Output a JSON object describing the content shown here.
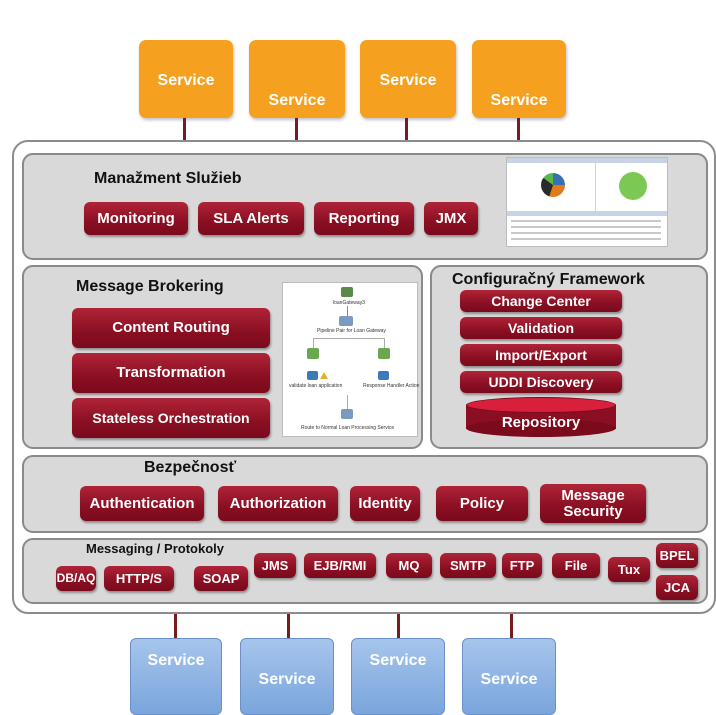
{
  "top_services": [
    "Service",
    "Service",
    "Service",
    "Service"
  ],
  "bottom_services": [
    "Service",
    "Service",
    "Service",
    "Service"
  ],
  "management": {
    "title": "Manažment Služieb",
    "buttons": [
      "Monitoring",
      "SLA Alerts",
      "Reporting",
      "JMX"
    ]
  },
  "brokering": {
    "title": "Message Brokering",
    "buttons": [
      "Content Routing",
      "Transformation",
      "Stateless Orchestration"
    ],
    "flow": {
      "gateway": "loanGateway3",
      "pipeline": "Pipeline Pair for Loan Gateway",
      "left_stage": "validate loan application",
      "right_stage": "Response Handler Action",
      "route": "Route to Normal Loan Processing Service"
    }
  },
  "configuration": {
    "title": "Configuračný Framework",
    "buttons": [
      "Change Center",
      "Validation",
      "Import/Export",
      "UDDI Discovery"
    ],
    "repository": "Repository"
  },
  "security": {
    "title": "Bezpečnosť",
    "buttons": [
      "Authentication",
      "Authorization",
      "Identity",
      "Policy"
    ],
    "message_security_line1": "Message",
    "message_security_line2": "Security"
  },
  "messaging": {
    "title": "Messaging / Protokoly",
    "buttons": [
      "DB/AQ",
      "HTTP/S",
      "SOAP",
      "JMS",
      "EJB/RMI",
      "MQ",
      "SMTP",
      "FTP",
      "File",
      "Tux",
      "BPEL",
      "JCA"
    ]
  },
  "colors": {
    "service_top": "#f5a01e",
    "service_bottom": "#8fb5e6",
    "button": "#8a0f22",
    "panel": "#d9d9d9",
    "connector": "#7a1c1c"
  }
}
